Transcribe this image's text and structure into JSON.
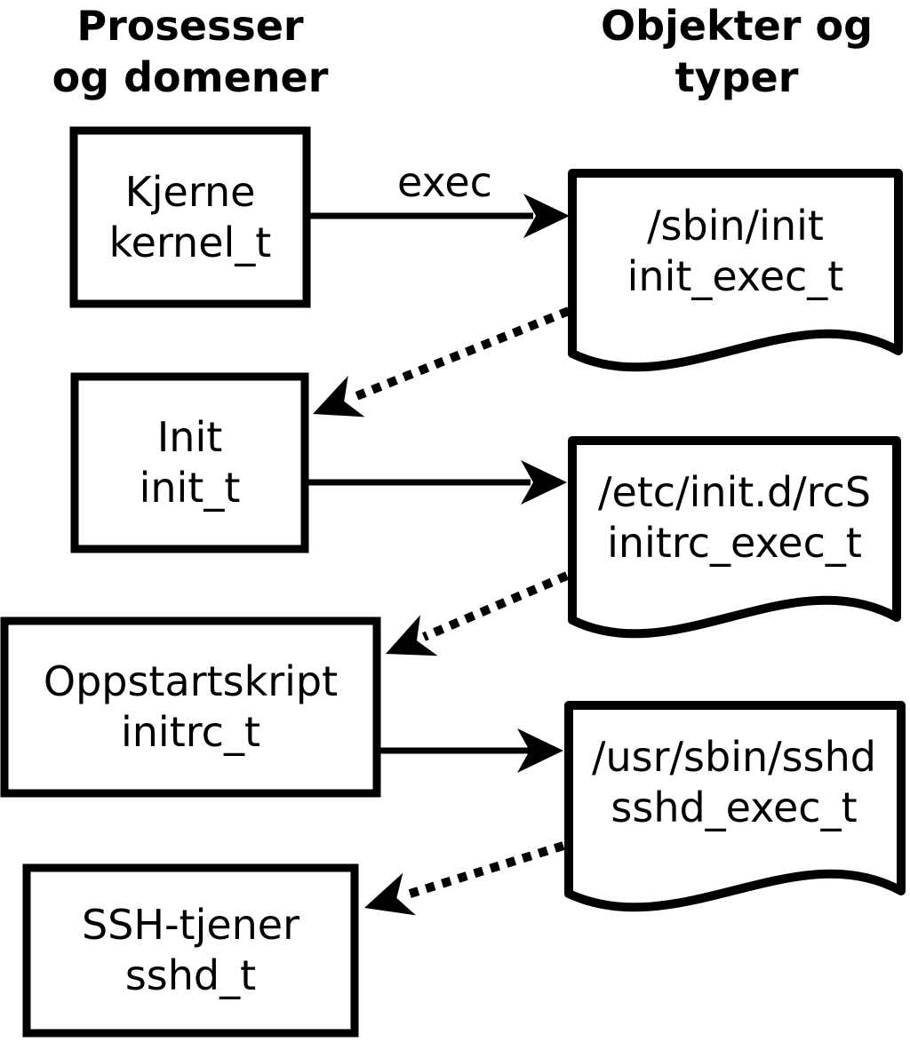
{
  "headers": {
    "left": [
      "Prosesser",
      "og domener"
    ],
    "right": [
      "Objekter og",
      "typer"
    ]
  },
  "nodes": {
    "processes": [
      {
        "name": "Kjerne",
        "type": "kernel_t"
      },
      {
        "name": "Init",
        "type": "init_t"
      },
      {
        "name": "Oppstartskript",
        "type": "initrc_t"
      },
      {
        "name": "SSH-tjener",
        "type": "sshd_t"
      }
    ],
    "objects": [
      {
        "path": "/sbin/init",
        "type": "init_exec_t"
      },
      {
        "path": "/etc/init.d/rcS",
        "type": "initrc_exec_t"
      },
      {
        "path": "/usr/sbin/sshd",
        "type": "sshd_exec_t"
      }
    ]
  },
  "edges": {
    "solid": [
      {
        "from": "Kjerne (kernel_t)",
        "to": "/sbin/init (init_exec_t)",
        "label": "exec"
      },
      {
        "from": "Init (init_t)",
        "to": "/etc/init.d/rcS (initrc_exec_t)",
        "label": ""
      },
      {
        "from": "Oppstartskript (initrc_t)",
        "to": "/usr/sbin/sshd (sshd_exec_t)",
        "label": ""
      }
    ],
    "dotted": [
      {
        "from": "/sbin/init (init_exec_t)",
        "to": "Init (init_t)"
      },
      {
        "from": "/etc/init.d/rcS (initrc_exec_t)",
        "to": "Oppstartskript (initrc_t)"
      },
      {
        "from": "/usr/sbin/sshd (sshd_exec_t)",
        "to": "SSH-tjener (sshd_t)"
      }
    ]
  },
  "colors": {
    "ink": "#000000",
    "paper": "#ffffff"
  }
}
